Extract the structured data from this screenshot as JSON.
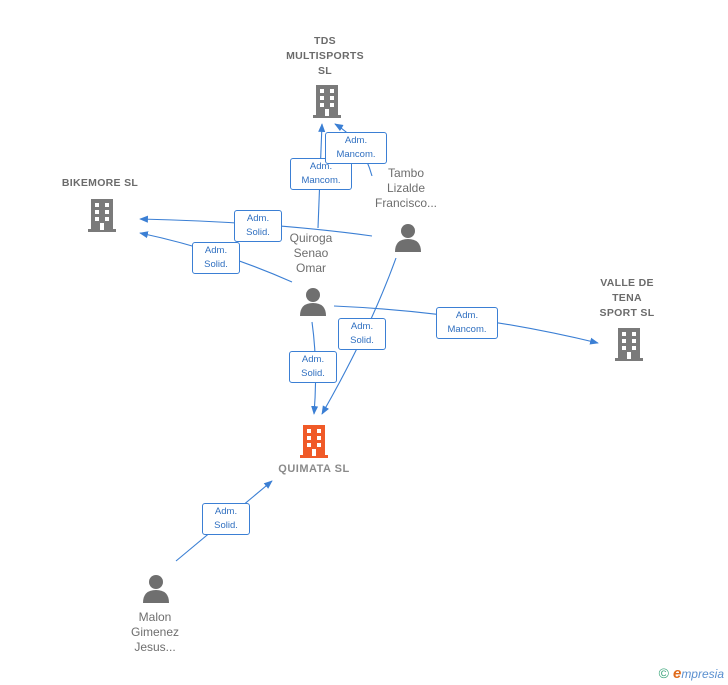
{
  "nodes": {
    "tds": {
      "label": "TDS\nMULTISPORTS\nSL",
      "kind": "company"
    },
    "bikemore": {
      "label": "BIKEMORE  SL",
      "kind": "company"
    },
    "valle": {
      "label": "VALLE DE\nTENA\nSPORT  SL",
      "kind": "company"
    },
    "quimata": {
      "label": "QUIMATA  SL",
      "kind": "main-company"
    },
    "tambo": {
      "label": "Tambo\nLizalde\nFrancisco...",
      "kind": "person"
    },
    "quiroga": {
      "label": "Quiroga\nSenao\nOmar",
      "kind": "person"
    },
    "malon": {
      "label": "Malon\nGimenez\nJesus...",
      "kind": "person"
    }
  },
  "edges": {
    "quiroga_tds": "Adm.\nMancom.",
    "tambo_tds": "Adm.\nMancom.",
    "tambo_bikemore": "Adm.\nSolid.",
    "quiroga_bikemore": "Adm.\nSolid.",
    "quiroga_valle": "Adm.\nMancom.",
    "tambo_quimata": "Adm.\nSolid.",
    "quiroga_quimata": "Adm.\nSolid.",
    "malon_quimata": "Adm.\nSolid."
  },
  "colors": {
    "company": "#7a7a7a",
    "main_company": "#f05a28",
    "person": "#6f6f6f",
    "edge": "#3b7fd4"
  },
  "footer": {
    "copyright": "©",
    "brand_initial": "e",
    "brand_rest": "mpresia"
  }
}
